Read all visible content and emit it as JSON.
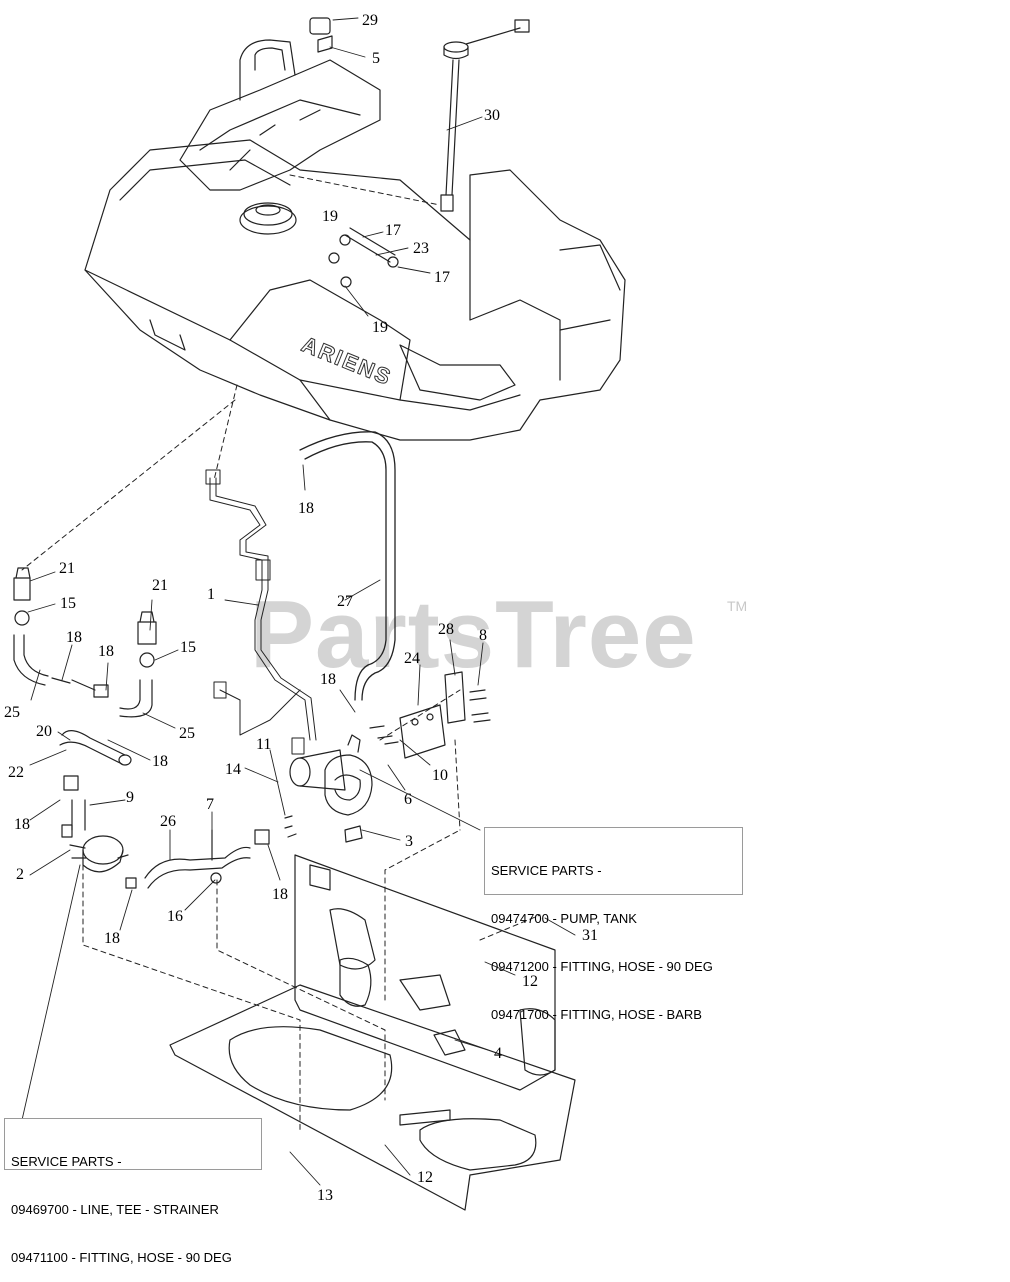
{
  "watermark": {
    "text": "PartsTree",
    "tm": "TM"
  },
  "tank_brand": "ARIENS",
  "callouts": [
    "29",
    "5",
    "30",
    "19",
    "17",
    "23",
    "17",
    "19",
    "18",
    "21",
    "15",
    "21",
    "15",
    "18",
    "18",
    "25",
    "25",
    "20",
    "18",
    "22",
    "1",
    "27",
    "28",
    "8",
    "24",
    "18",
    "11",
    "14",
    "10",
    "6",
    "9",
    "18",
    "7",
    "26",
    "3",
    "2",
    "18",
    "16",
    "18",
    "31",
    "12",
    "4",
    "12",
    "13"
  ],
  "service_box_pump": {
    "lines": [
      "SERVICE PARTS -",
      "09474700 - PUMP, TANK",
      "09471200 - FITTING, HOSE - 90 DEG",
      "09471700 - FITTING, HOSE - BARB"
    ]
  },
  "service_box_strainer": {
    "lines": [
      "SERVICE PARTS -",
      "09469700 - LINE, TEE - STRAINER",
      "09471100 - FITTING, HOSE - 90 DEG"
    ]
  }
}
